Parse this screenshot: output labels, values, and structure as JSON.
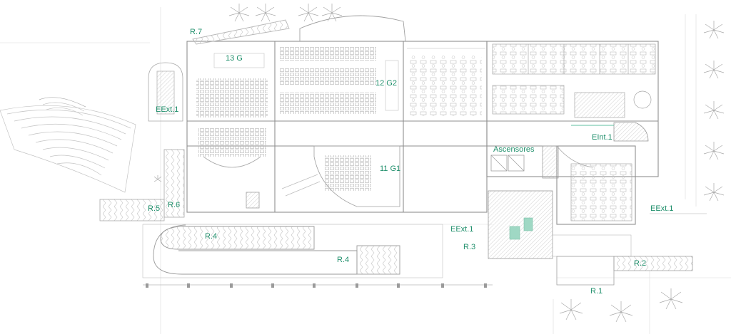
{
  "label_color": "#1f8f6b",
  "line_color": "#9a9a9a",
  "light_line_color": "#c8c8c8",
  "accent_fill": "#9fd8c4",
  "labels": {
    "r7": "R.7",
    "room_13g": "13 G",
    "room_12g2": "12 G2",
    "eext1_left": "EExt.1",
    "eint1": "EInt.1",
    "ascensores": "Ascensores",
    "room_11g1": "11 G1",
    "r5": "R.5",
    "r6": "R.6",
    "eext1_right": "EExt.1",
    "r4_left": "R.4",
    "eext1_mid": "EExt.1",
    "r3": "R.3",
    "r4_right": "R.4",
    "r2": "R.2",
    "r1": "R.1"
  },
  "icons": {
    "palm_tree": "palm-tree-icon"
  }
}
